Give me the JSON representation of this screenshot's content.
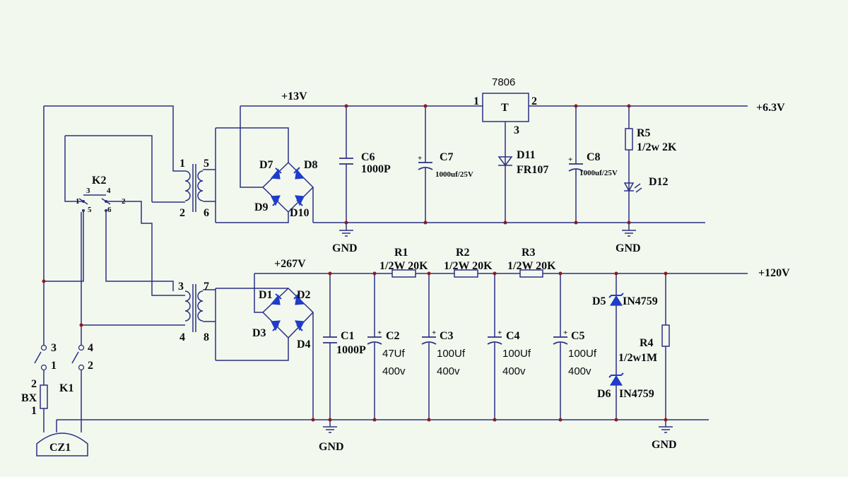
{
  "rails": {
    "v13": "+13V",
    "v6_3": "+6.3V",
    "v267": "+267V",
    "v120": "+120V",
    "gnd": "GND"
  },
  "regulator": {
    "name": "7806",
    "body": "T",
    "pin1": "1",
    "pin2": "2",
    "pin3": "3"
  },
  "transformer": {
    "pins": [
      "1",
      "2",
      "3",
      "4",
      "5",
      "6",
      "7",
      "8"
    ]
  },
  "switch_k2": {
    "name": "K2",
    "pins": [
      "1",
      "2",
      "3",
      "4",
      "5",
      "6"
    ]
  },
  "switch_k1": {
    "name": "K1",
    "pin_a": "3",
    "pin_b": "1",
    "pin_c": "4",
    "pin_d": "2"
  },
  "fuse": {
    "name": "BX",
    "pin_top": "2",
    "pin_bottom": "1"
  },
  "plug": {
    "name": "CZ1"
  },
  "diodes": {
    "d1": "D1",
    "d2": "D2",
    "d3": "D3",
    "d4": "D4",
    "d7": "D7",
    "d8": "D8",
    "d9": "D9",
    "d10": "D10",
    "d11": "D11",
    "d11_part": "FR107",
    "d12": "D12",
    "d5": "D5",
    "d5_part": "IN4759",
    "d6": "D6",
    "d6_part": "IN4759"
  },
  "capacitors": {
    "c6": "C6",
    "c6_val": "1000P",
    "c7": "C7",
    "c7_val": "1000uf/25V",
    "c8": "C8",
    "c8_val": "1000uf/25V",
    "c1": "C1",
    "c1_val": "1000P",
    "c2": "C2",
    "c2_val1": "47Uf",
    "c2_val2": "400v",
    "c3": "C3",
    "c3_val1": "100Uf",
    "c3_val2": "400v",
    "c4": "C4",
    "c4_val1": "100Uf",
    "c4_val2": "400v",
    "c5": "C5",
    "c5_val1": "100Uf",
    "c5_val2": "400v"
  },
  "resistors": {
    "r1": "R1",
    "r1_val": "1/2W 20K",
    "r2": "R2",
    "r2_val": "1/2W 20K",
    "r3": "R3",
    "r3_val": "1/2W 20K",
    "r4": "R4",
    "r4_val": "1/2w1M",
    "r5": "R5",
    "r5_val": "1/2w 2K"
  },
  "colors": {
    "background": "#f3f8ee",
    "wire": "#2b2f86",
    "diode": "#1f3dc9",
    "junction": "#8a1d1d"
  }
}
